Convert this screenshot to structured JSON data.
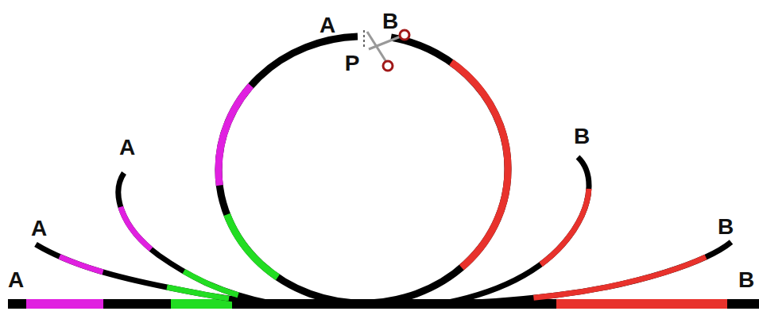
{
  "diagram": {
    "labels": [
      "A",
      "B",
      "P",
      "A",
      "B",
      "A",
      "B",
      "A",
      "B"
    ]
  }
}
